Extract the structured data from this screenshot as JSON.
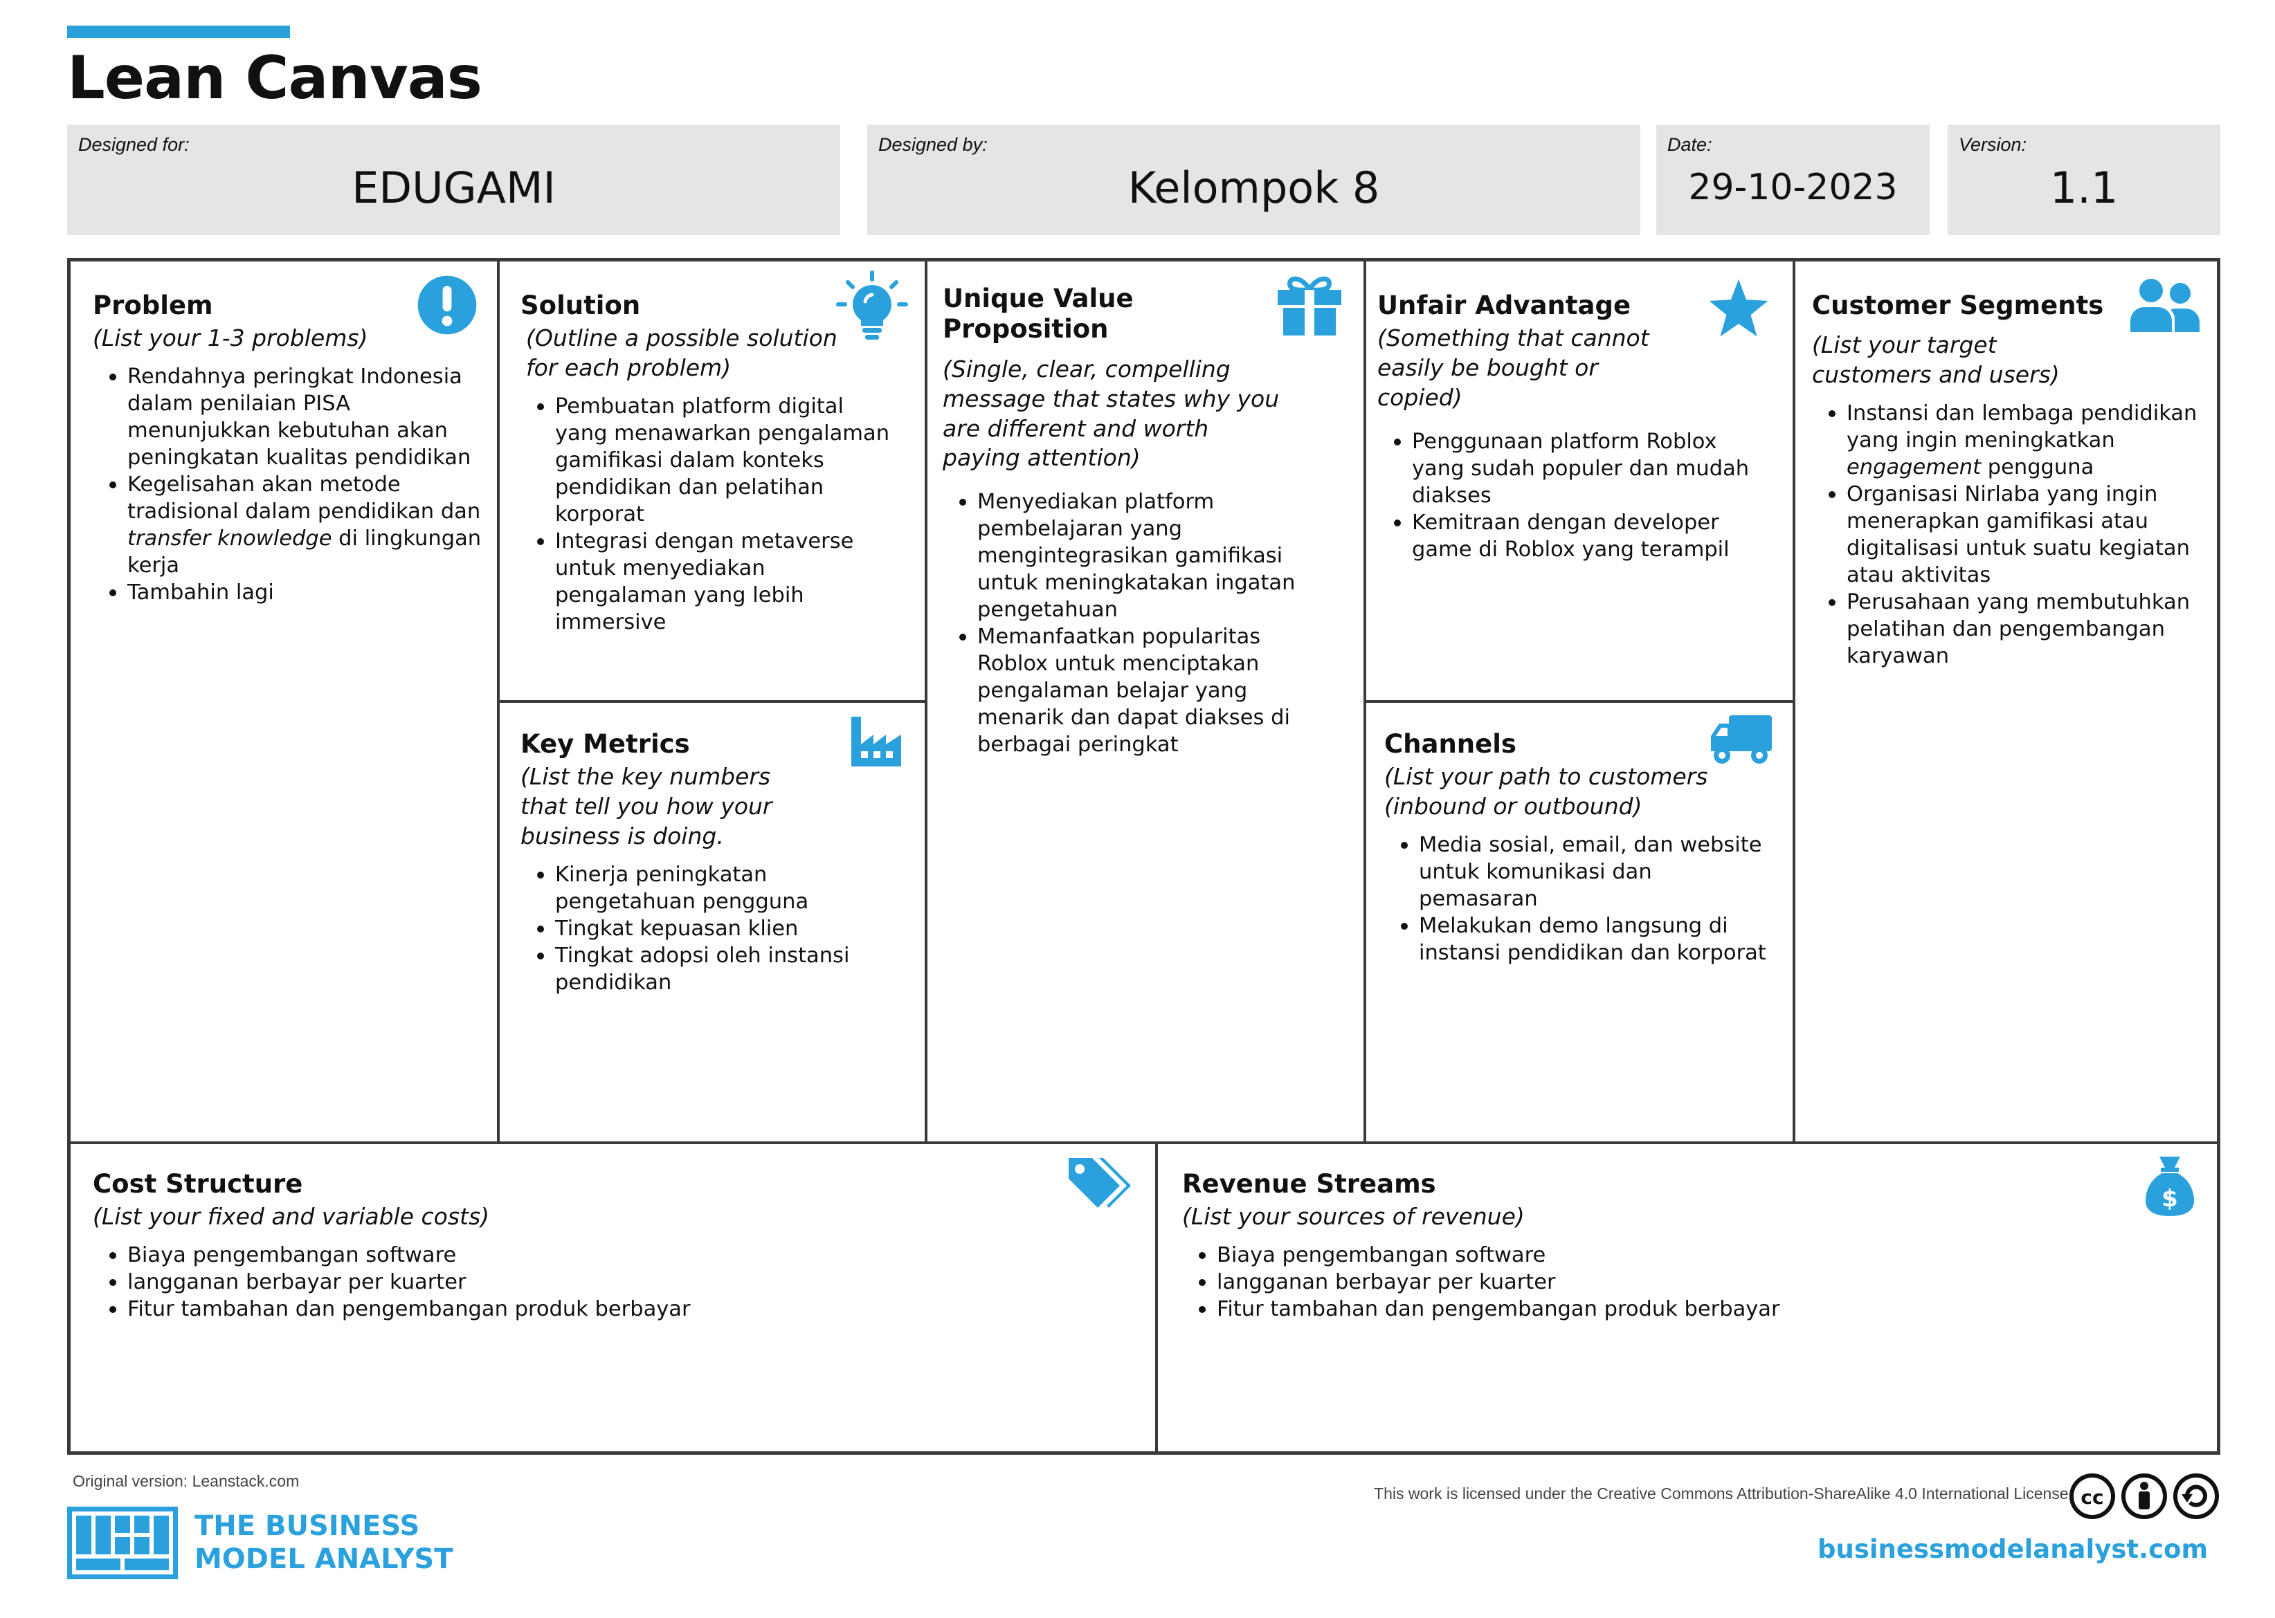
{
  "page": {
    "title": "Lean Canvas"
  },
  "meta": {
    "designed_for": {
      "label": "Designed for:",
      "value": "EDUGAMI"
    },
    "designed_by": {
      "label": "Designed by:",
      "value": "Kelompok 8"
    },
    "date": {
      "label": "Date:",
      "value": "29-10-2023"
    },
    "version": {
      "label": "Version:",
      "value": "1.1"
    }
  },
  "colors": {
    "accent": "#2aa1dc",
    "border": "#3a3a3a",
    "meta_bg": "#e5e5e5"
  },
  "problem": {
    "title": "Problem",
    "subtitle": "(List your 1-3 problems)",
    "icon": "exclamation-icon",
    "items": [
      "Rendahnya peringkat Indonesia dalam penilaian PISA menunjukkan kebutuhan akan peningkatan kualitas pendidikan",
      "Kegelisahan akan metode tradisional dalam pendidikan dan transfer knowledge di lingkungan kerja",
      "Tambahin lagi"
    ]
  },
  "solution": {
    "title": "Solution",
    "subtitle": "(Outline a possible solution for each problem)",
    "icon": "lightbulb-icon",
    "items": [
      "Pembuatan platform digital yang menawarkan pengalaman gamifikasi dalam konteks pendidikan dan pelatihan korporat",
      "Integrasi dengan metaverse untuk menyediakan pengalaman yang lebih immersive"
    ]
  },
  "key_metrics": {
    "title": "Key Metrics",
    "subtitle": "(List the key numbers that tell you how your business is doing.",
    "icon": "factory-icon",
    "items": [
      "Kinerja peningkatan pengetahuan pengguna",
      "Tingkat kepuasan klien",
      "Tingkat adopsi oleh instansi pendidikan"
    ]
  },
  "uvp": {
    "title": "Unique Value Proposition",
    "subtitle": "(Single, clear, compelling message that states why you are different and worth paying attention)",
    "icon": "gift-icon",
    "items": [
      "Menyediakan platform pembelajaran yang mengintegrasikan gamifikasi untuk meningkatakan ingatan pengetahuan",
      "Memanfaatkan popularitas Roblox untuk menciptakan pengalaman belajar yang menarik dan dapat diakses di berbagai peringkat"
    ]
  },
  "unfair_advantage": {
    "title": "Unfair Advantage",
    "subtitle": "(Something that cannot easily be bought or copied)",
    "icon": "star-icon",
    "items": [
      "Penggunaan platform Roblox yang sudah populer dan mudah diakses",
      "Kemitraan dengan developer game di Roblox yang terampil"
    ]
  },
  "channels": {
    "title": "Channels",
    "subtitle": "(List your path to customers (inbound or outbound)",
    "icon": "truck-icon",
    "items": [
      "Media sosial, email, dan website untuk komunikasi dan pemasaran",
      "Melakukan demo langsung di instansi pendidikan dan korporat"
    ]
  },
  "customer_segments": {
    "title": "Customer Segments",
    "subtitle": "(List your target customers and users)",
    "icon": "users-icon",
    "items": [
      "Instansi dan lembaga pendidikan yang ingin meningkatkan engagement pengguna",
      "Organisasi Nirlaba yang ingin menerapkan gamifikasi atau digitalisasi untuk suatu kegiatan atau aktivitas",
      "Perusahaan yang membutuhkan pelatihan dan pengembangan karyawan"
    ]
  },
  "cost_structure": {
    "title": "Cost Structure",
    "subtitle": "(List your fixed and variable costs)",
    "icon": "tags-icon",
    "items": [
      "Biaya pengembangan software",
      "langganan berbayar per kuarter",
      "Fitur tambahan dan pengembangan produk berbayar"
    ]
  },
  "revenue_streams": {
    "title": "Revenue Streams",
    "subtitle": "(List your sources of revenue)",
    "icon": "money-bag-icon",
    "items": [
      "Biaya pengembangan software",
      "langganan berbayar per kuarter",
      "Fitur tambahan dan pengembangan produk berbayar"
    ]
  },
  "footer": {
    "original": "Original version: Leanstack.com",
    "license": "This work is licensed under the Creative Commons Attribution-ShareAlike 4.0 International License.",
    "logo_line1": "THE BUSINESS",
    "logo_line2": "MODEL ANALYST",
    "site": "businessmodelanalyst.com"
  }
}
